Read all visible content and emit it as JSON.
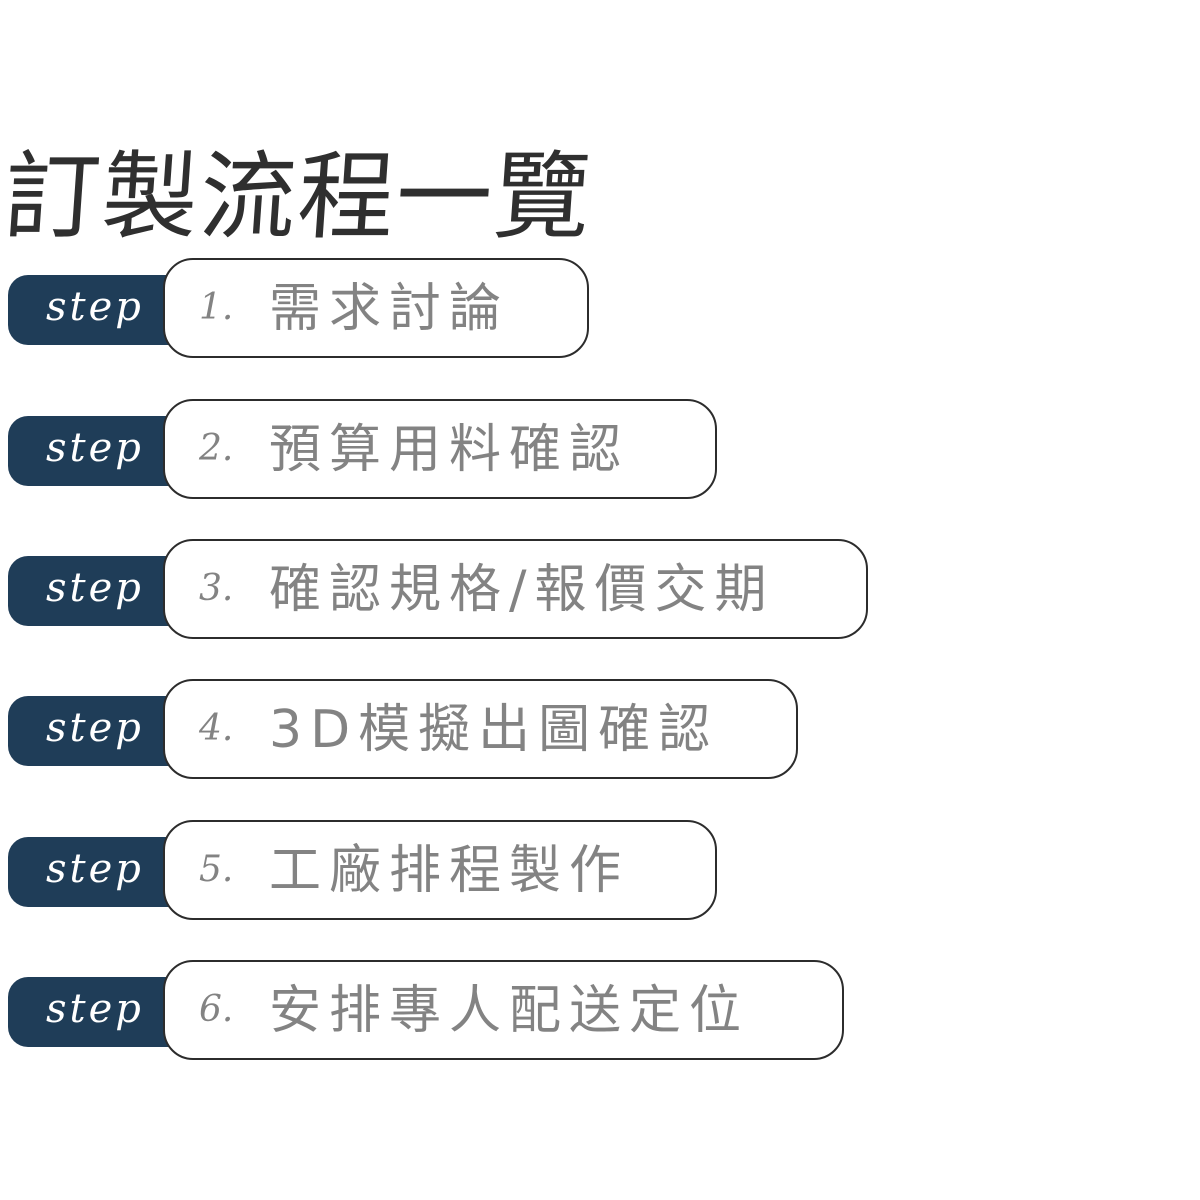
{
  "title": "訂製流程一覽",
  "steps": [
    {
      "badge": "step",
      "number": "1.",
      "label": "需求討論"
    },
    {
      "badge": "step",
      "number": "2.",
      "label": "預算用料確認"
    },
    {
      "badge": "step",
      "number": "3.",
      "label": "確認規格/報價交期"
    },
    {
      "badge": "step",
      "number": "4.",
      "label": "3D模擬出圖確認"
    },
    {
      "badge": "step",
      "number": "5.",
      "label": "工廠排程製作"
    },
    {
      "badge": "step",
      "number": "6.",
      "label": "安排專人配送定位"
    }
  ],
  "colors": {
    "badge_background": "#1f3d58",
    "badge_text": "#ffffff",
    "pill_border": "#2c2c2c",
    "step_text": "#838383",
    "title_text": "#2f2f2f"
  }
}
